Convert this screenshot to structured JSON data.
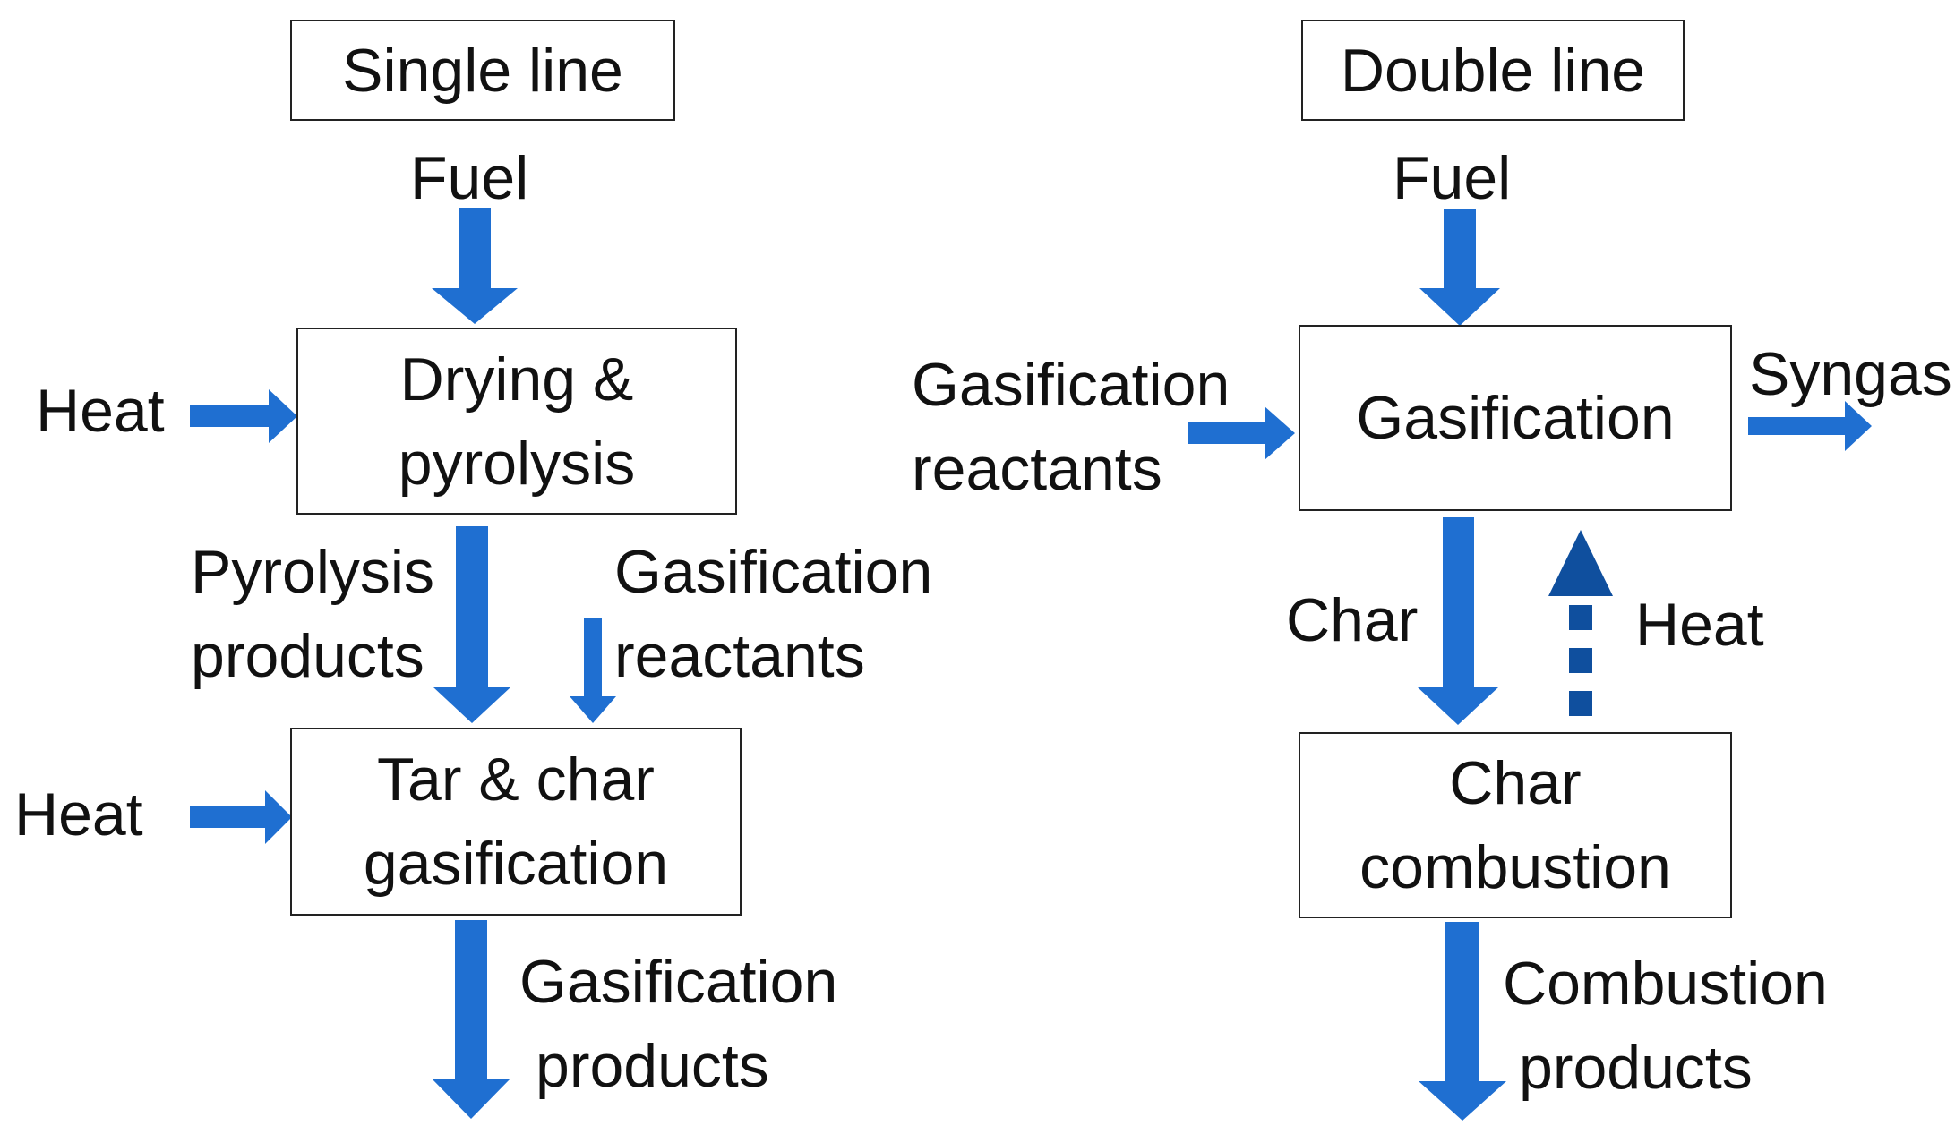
{
  "colors": {
    "arrow": "#1f6fd1",
    "dashed_arrow": "#0f4f9e",
    "box_border": "#222222",
    "text": "#111111"
  },
  "single_line": {
    "title": "Single line",
    "fuel_label": "Fuel",
    "drying_box": {
      "line1": "Drying &",
      "line2": "pyrolysis"
    },
    "heat_label_1": "Heat",
    "pyrolysis_products": {
      "line1": "Pyrolysis",
      "line2": "products"
    },
    "gasification_reactants": {
      "line1": "Gasification",
      "line2": "reactants"
    },
    "tar_char_box": {
      "line1": "Tar & char",
      "line2": "gasification"
    },
    "heat_label_2": "Heat",
    "gasification_products": {
      "line1": "Gasification",
      "line2": "products"
    }
  },
  "double_line": {
    "title": "Double line",
    "fuel_label": "Fuel",
    "gasification_reactants": {
      "line1": "Gasification",
      "line2": "reactants"
    },
    "gasification_box": "Gasification",
    "syngas_label": "Syngas",
    "char_label": "Char",
    "heat_label": "Heat",
    "char_combustion_box": {
      "line1": "Char",
      "line2": "combustion"
    },
    "combustion_products": {
      "line1": "Combustion",
      "line2": "products"
    }
  }
}
